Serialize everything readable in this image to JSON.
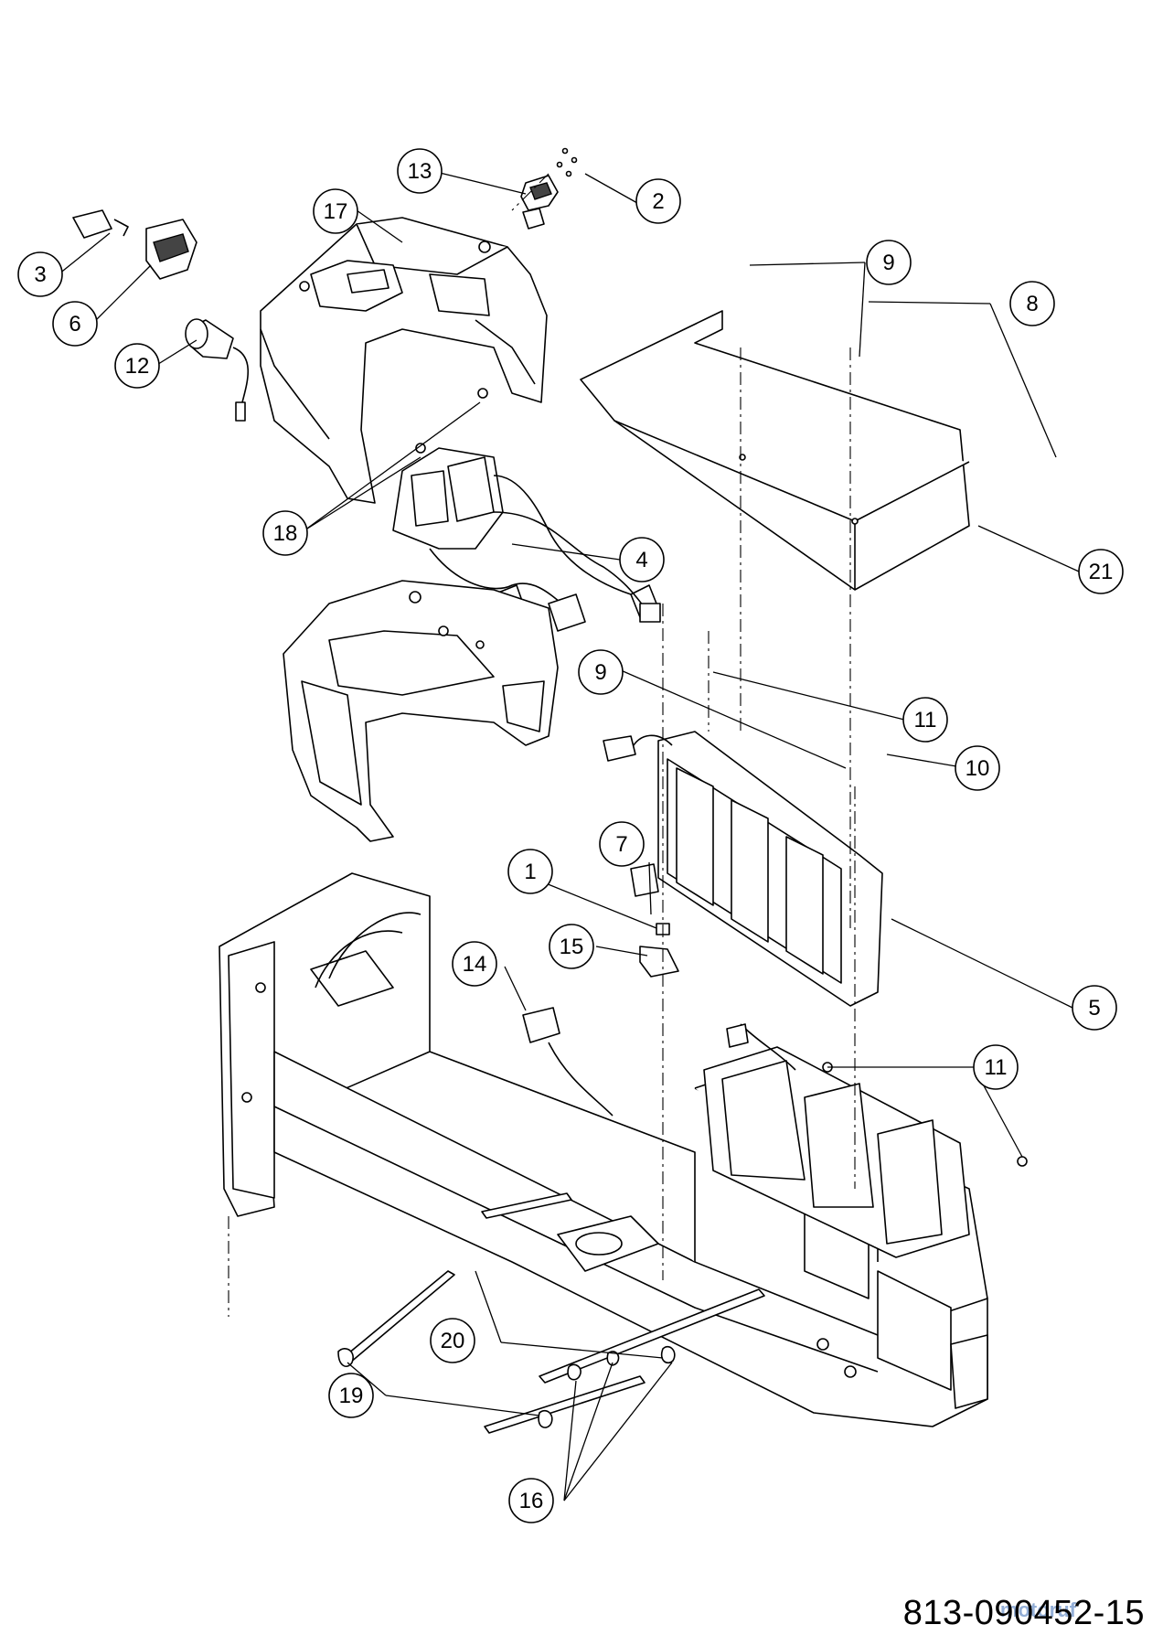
{
  "diagram": {
    "document_number": "813-090452-15",
    "watermark": "motoruf",
    "callouts": [
      "13",
      "2",
      "17",
      "3",
      "6",
      "12",
      "9",
      "8",
      "18",
      "4",
      "21",
      "9",
      "11",
      "10",
      "7",
      "1",
      "15",
      "5",
      "14",
      "11",
      "20",
      "19",
      "16"
    ]
  }
}
